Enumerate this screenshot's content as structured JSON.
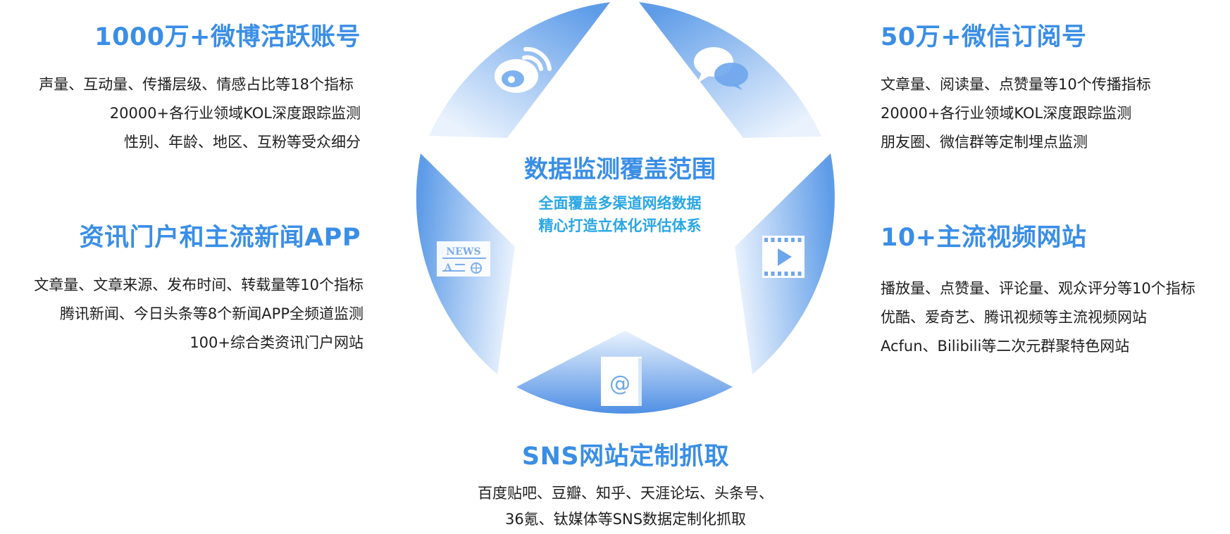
{
  "center": {
    "title": "数据监测覆盖范围",
    "subtitle_1": "全面覆盖多渠道网络数据",
    "subtitle_2": "精心打造立体化评估体系"
  },
  "weibo": {
    "title": "1000万+微博活跃账号",
    "lines": [
      "声量、互动量、传播层级、情感占比等18个指标",
      "20000+各行业领域KOL深度跟踪监测",
      "性别、年龄、地区、互粉等受众细分"
    ]
  },
  "wechat": {
    "title": "50万+微信订阅号",
    "lines": [
      "文章量、阅读量、点赞量等10个传播指标",
      "20000+各行业领域KOL深度跟踪监测",
      "朋友圈、微信群等定制埋点监测"
    ]
  },
  "news": {
    "title": "资讯门户和主流新闻APP",
    "lines": [
      "文章量、文章来源、发布时间、转载量等10个指标",
      "腾讯新闻、今日头条等8个新闻APP全频道监测",
      "100+综合类资讯门户网站"
    ]
  },
  "video": {
    "title": "10+主流视频网站",
    "lines": [
      "播放量、点赞量、评论量、观众评分等10个指标",
      "优酷、爱奇艺、腾讯视频等主流视频网站",
      "Acfun、Bilibili等二次元群聚特色网站"
    ]
  },
  "sns": {
    "title": "SNS网站定制抓取",
    "lines": [
      "百度贴吧、豆瓣、知乎、天涯论坛、头条号、",
      "36氪、钛媒体等SNS数据定制化抓取"
    ]
  },
  "icons": {
    "news_badge": "NEWS",
    "email_symbol": "@"
  },
  "colors": {
    "title_blue": "#3a8ee6",
    "subtitle_cyan": "#2aa7e6",
    "segment_dark": "#5a9ae6",
    "segment_light": "#e8f1fc"
  }
}
